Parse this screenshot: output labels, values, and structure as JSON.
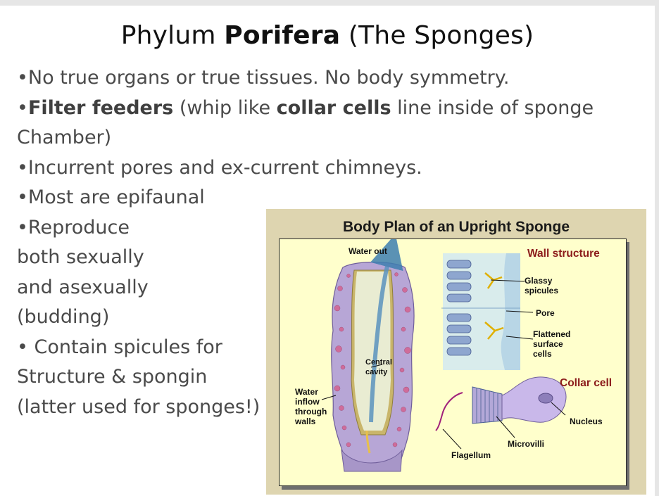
{
  "title": {
    "part1": "Phylum ",
    "bold": "Porifera",
    "part2": " (The Sponges)"
  },
  "bullets": {
    "l1": "•No true organs or true tissues. No body symmetry.",
    "l2_bullet": "•",
    "l2_bold1": "Filter feeders",
    "l2_mid": " (whip like ",
    "l2_bold2": "collar cells",
    "l2_end": " line inside of sponge",
    "l3": "Chamber)",
    "l4": "•Incurrent pores and ex-current chimneys.",
    "l5": "•Most are epifaunal",
    "l6": "•Reproduce",
    "l7": "both sexually",
    "l8": "and asexually",
    "l9": "(budding)",
    "l10": "• Contain spicules for",
    "l11": "Structure & spongin",
    "l12": "(latter used for sponges!)"
  },
  "figure": {
    "title": "Body Plan of an Upright Sponge",
    "labels": {
      "water_out": "Water out",
      "central_1": "Central",
      "central_2": "cavity",
      "water_in_1": "Water",
      "water_in_2": "inflow",
      "water_in_3": "through",
      "water_in_4": "walls",
      "wall_structure": "Wall structure",
      "glassy_1": "Glassy",
      "glassy_2": "spicules",
      "pore": "Pore",
      "flat_1": "Flattened",
      "flat_2": "surface",
      "flat_3": "cells",
      "collar_cell": "Collar cell",
      "nucleus": "Nucleus",
      "microvilli": "Microvilli",
      "flagellum": "Flagellum"
    },
    "colors": {
      "background": "#ded5b0",
      "panel": "#ffffcc",
      "sponge_body": "#b7a6d6",
      "sponge_spots": "#cf6c9a",
      "cavity": "#e9ecd2",
      "arrow": "#5b93bf",
      "heading_red": "#8b1a1a"
    }
  }
}
